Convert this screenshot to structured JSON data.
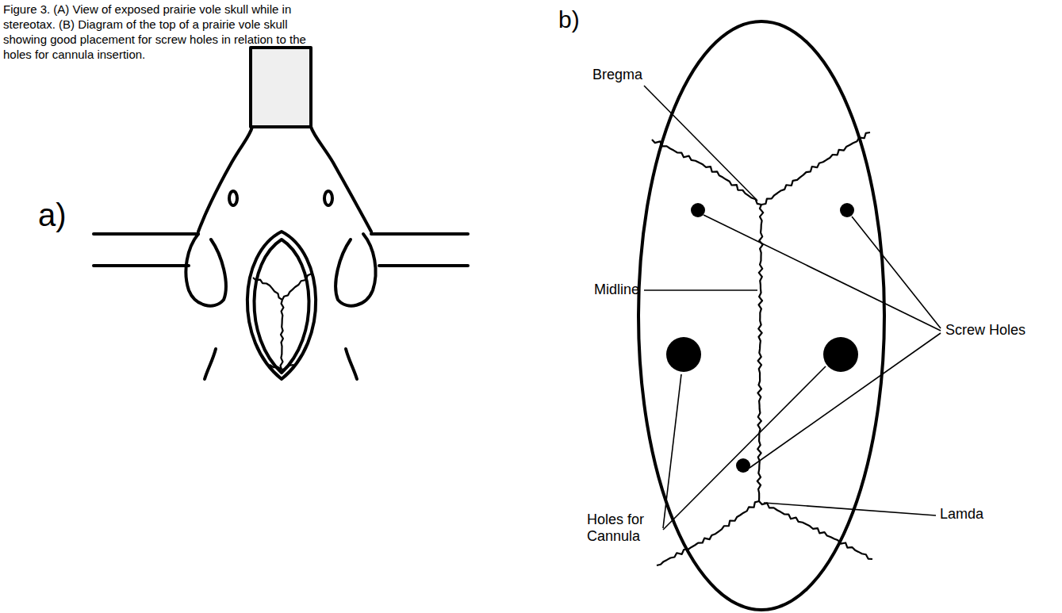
{
  "diagram": {
    "caption": "Figure 3. (A) View of exposed prairie vole skull while in stereotax. (B) Diagram of the top of a prairie vole skull showing good placement for screw holes in relation to the holes for cannula insertion.",
    "labels": [
      "a)",
      "b)",
      "Bregma",
      "Midline",
      "Screw Holes",
      "Holes for Cannula",
      "Lamda"
    ]
  }
}
